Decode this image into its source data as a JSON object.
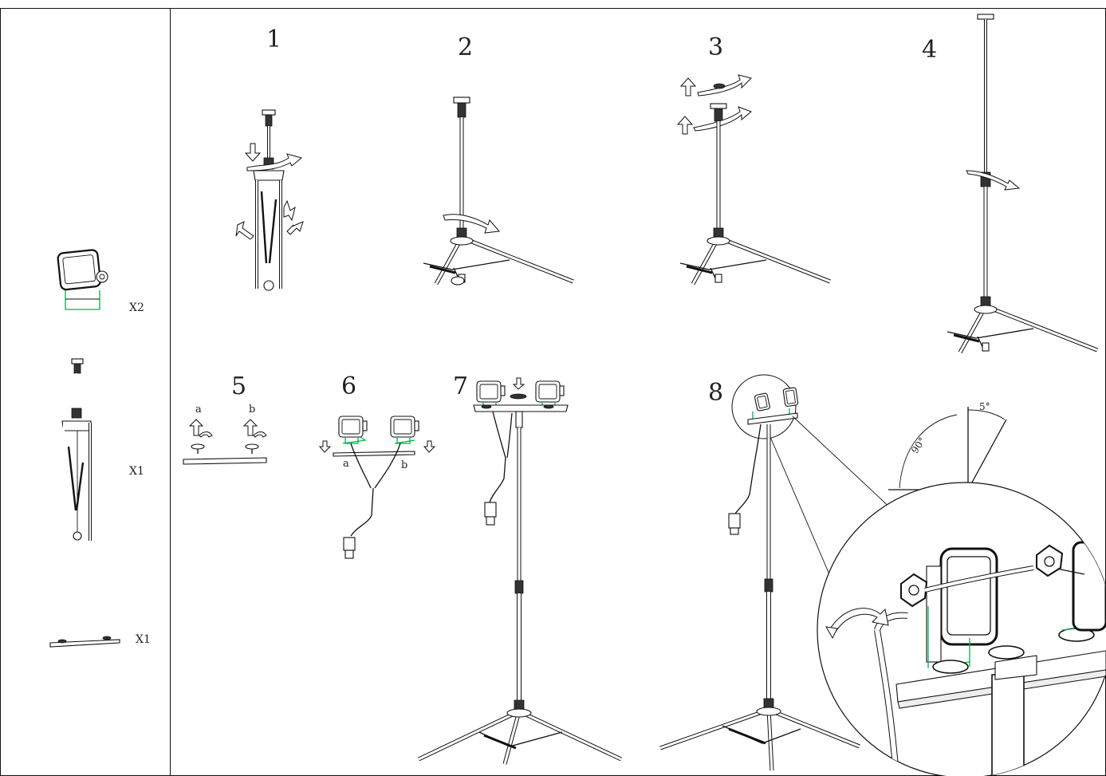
{
  "parts": [
    {
      "name": "floodlight",
      "qty": "X2"
    },
    {
      "name": "tripod",
      "qty": "X1"
    },
    {
      "name": "crossbar",
      "qty": "X1"
    }
  ],
  "steps": [
    "1",
    "2",
    "3",
    "4",
    "5",
    "6",
    "7",
    "8"
  ],
  "step5": {
    "a": "a",
    "b": "b"
  },
  "step6": {
    "a": "a",
    "b": "b"
  },
  "angles": {
    "a90": "90°",
    "a5": "5°"
  },
  "colors": {
    "line": "#111111",
    "accent": "#00b34a",
    "background": "#ffffff"
  }
}
